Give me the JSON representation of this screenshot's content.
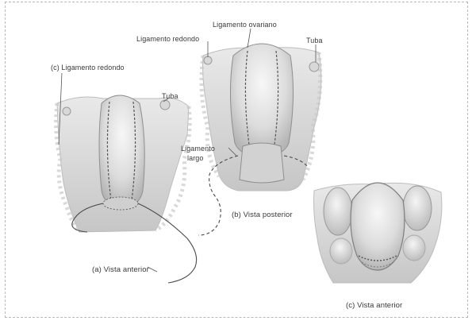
{
  "figure_a": {
    "label_round_ligament": "(c) Ligamento redondo",
    "label_tube": "Tuba",
    "label_broad_ligament_line1": "Ligamento",
    "label_broad_ligament_line2": "largo",
    "caption": "(a) Vista anterior"
  },
  "figure_b": {
    "label_ovarian_ligament": "Ligamento ovariano",
    "label_round_ligament": "Ligamento redondo",
    "label_tube": "Tuba",
    "caption": "(b) Vista posterior"
  },
  "figure_c": {
    "caption": "(c) Vista anterior"
  },
  "colors": {
    "tissue": "#d9d9d9",
    "tissue_dark": "#a9a9a9",
    "suture": "#4a4a4a",
    "text": "#3a3a3a"
  }
}
